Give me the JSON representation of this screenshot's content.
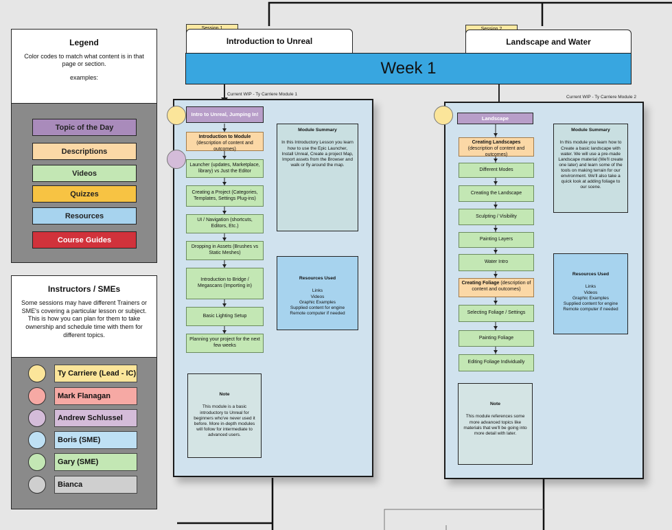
{
  "legend": {
    "title": "Legend",
    "description": "Color codes to match what content is in that page or section.",
    "examples_label": "examples:",
    "items": [
      {
        "label": "Topic of the Day",
        "color": "#a98bbb"
      },
      {
        "label": "Descriptions",
        "color": "#fbd8a6"
      },
      {
        "label": "Videos",
        "color": "#c3e7b4"
      },
      {
        "label": "Quizzes",
        "color": "#f7c343"
      },
      {
        "label": "Resources",
        "color": "#a7d3ee"
      },
      {
        "label": "Course Guides",
        "color": "#d1323b"
      }
    ]
  },
  "instructors": {
    "title": "Instructors / SMEs",
    "description": "Some sessions may have different Trainers or SME's covering a particular lesson or subject. This is how you can plan for them to take ownership and schedule time with them for different topics.",
    "people": [
      {
        "name": "Ty Carriere (Lead - IC)",
        "color": "#fbe59a"
      },
      {
        "name": "Mark Flanagan",
        "color": "#f6a9a4"
      },
      {
        "name": "Andrew Schlussel",
        "color": "#d4bcd9"
      },
      {
        "name": "Boris (SME)",
        "color": "#bee0f4"
      },
      {
        "name": "Gary (SME)",
        "color": "#c3e7b4"
      },
      {
        "name": "Bianca",
        "color": "#cfcfcf"
      }
    ]
  },
  "week": {
    "label": "Week 1",
    "color": "#38a6e0"
  },
  "sessions": [
    {
      "tag": "Session 1",
      "title": "Introduction to Unreal"
    },
    {
      "tag": "Session 2",
      "title": "Landscape and Water"
    }
  ],
  "modules": [
    {
      "label": "Current WIP - Ty Carriere Module 1",
      "topic": "Intro to Unreal, Jumping In!",
      "steps": [
        {
          "bold": "Introduction to Module",
          "text": "(description of content and outcomes)",
          "kind": "desc"
        },
        {
          "bold": "",
          "text": "Launcher (updates, Marketplace, library) vs Just the Editor",
          "kind": "video"
        },
        {
          "bold": "",
          "text": "Creating a Project (Categories, Templates, Settings Plug-ins)",
          "kind": "video"
        },
        {
          "bold": "",
          "text": "UI / Navigation (shortcuts, Editors, Etc.)",
          "kind": "video"
        },
        {
          "bold": "",
          "text": "Dropping in Assets (Brushes vs Static Meshes)",
          "kind": "video"
        },
        {
          "bold": "",
          "text": "Introduction to Bridge / Megascans (Importing in)",
          "kind": "video"
        },
        {
          "bold": "",
          "text": "Basic Lighting Setup",
          "kind": "video"
        },
        {
          "bold": "",
          "text": "Planning your project for the next few weeks",
          "kind": "video"
        }
      ],
      "summary_title": "Module Summary",
      "summary": "In this Introductory Lesson you learn how to use the Epic Launcher, Install Unreal, Create a project Map, Import assets from the Browser and walk or fly around the map.",
      "resources_title": "Resources Used",
      "resources": [
        "Links",
        "Videos",
        "Graphic Examples",
        "Supplied content for engine",
        "Remote computer if needed"
      ],
      "note_title": "Note",
      "note": "This module is a basic introductory to Unreal for beginners who've never used it before. More in-depth modules will follow for intermediate to advanced users."
    },
    {
      "label": "Current WIP - Ty Carriere Module 2",
      "topic": "Landscape",
      "steps": [
        {
          "bold": "Creating Landscapes",
          "text": "(description of content and outcomes)",
          "kind": "desc"
        },
        {
          "bold": "",
          "text": "Different Modes",
          "kind": "video"
        },
        {
          "bold": "",
          "text": "Creating the Landscape",
          "kind": "video"
        },
        {
          "bold": "",
          "text": "Sculpting / Visibility",
          "kind": "video"
        },
        {
          "bold": "",
          "text": "Painting Layers",
          "kind": "video"
        },
        {
          "bold": "",
          "text": "Water Intro",
          "kind": "video"
        },
        {
          "bold": "Creating Foliage",
          "text": "(description of content and outcomes)",
          "kind": "desc"
        },
        {
          "bold": "",
          "text": "Selecting Foliage / Settings",
          "kind": "video"
        },
        {
          "bold": "",
          "text": "Painting Foliage",
          "kind": "video"
        },
        {
          "bold": "",
          "text": "Editing Foliage Individually",
          "kind": "video"
        }
      ],
      "summary_title": "Module Summary",
      "summary": "In this module you learn how to Create a basic landscape with water. We will use a pre-made Landscape material (We'll create one later) and learn some of the tools on making terrain for our environment. We'll also take a quick look at adding foliage to our scene.",
      "resources_title": "Resources Used",
      "resources": [
        "Links",
        "Videos",
        "Graphic Examples",
        "Supplied content for engine",
        "Remote computer if needed"
      ],
      "note_title": "Note",
      "note": "This module references some more advanced topics like materials that we'll be going into more detail with later."
    }
  ]
}
